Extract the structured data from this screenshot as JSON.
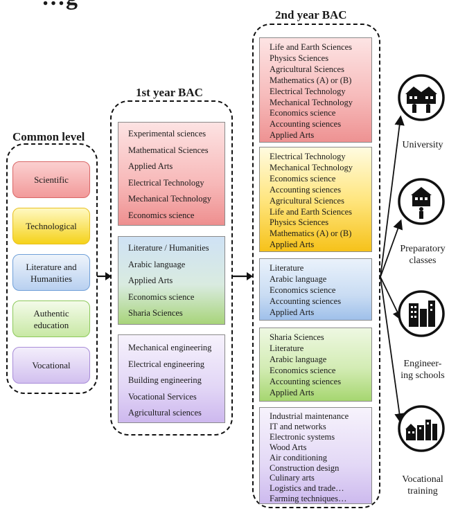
{
  "header_fragment": "…g",
  "common_level": {
    "title": "Common level",
    "boxes": [
      {
        "lines": [
          "Scientific"
        ]
      },
      {
        "lines": [
          "Technological"
        ]
      },
      {
        "lines": [
          "Literature and",
          "Humanities"
        ]
      },
      {
        "lines": [
          "Authentic",
          "education"
        ]
      },
      {
        "lines": [
          "Vocational"
        ]
      }
    ]
  },
  "first_year": {
    "title": "1st year BAC",
    "boxes": [
      {
        "lines": [
          "Experimental sciences",
          "Mathematical Sciences",
          "Applied Arts",
          "Electrical Technology",
          "Mechanical Technology",
          "Economics science"
        ]
      },
      {
        "lines": [
          "Literature / Humanities",
          "Arabic language",
          "Applied Arts",
          "Economics science",
          "Sharia Sciences"
        ]
      },
      {
        "lines": [
          "Mechanical engineering",
          "Electrical engineering",
          "Building engineering",
          "Vocational Services",
          "Agricultural sciences"
        ]
      }
    ]
  },
  "second_year": {
    "title": "2nd year BAC",
    "boxes": [
      {
        "lines": [
          "Life and Earth Sciences",
          "Physics Sciences",
          "Agricultural Sciences",
          "Mathematics (A) or (B)",
          "Electrical Technology",
          "Mechanical Technology",
          "Economics science",
          "Accounting sciences",
          "Applied Arts"
        ]
      },
      {
        "lines": [
          "Electrical Technology",
          "Mechanical Technology",
          "Economics science",
          "Accounting sciences",
          "Agricultural Sciences",
          "Life and Earth Sciences",
          "Physics Sciences",
          "Mathematics (A) or (B)",
          "Applied Arts"
        ]
      },
      {
        "lines": [
          "Literature",
          "Arabic language",
          "Economics science",
          "Accounting sciences",
          "Applied Arts"
        ]
      },
      {
        "lines": [
          "Sharia Sciences",
          "Literature",
          "Arabic language",
          "Economics science",
          "Accounting sciences",
          "Applied Arts"
        ]
      },
      {
        "lines": [
          "Industrial maintenance",
          "IT and networks",
          "Electronic systems",
          "Wood Arts",
          "Air conditioning",
          "Construction design",
          "Culinary arts",
          "Logistics and trade…",
          "Farming techniques…"
        ]
      }
    ]
  },
  "outcomes": [
    {
      "icon": "university-building-icon",
      "lines": [
        "University"
      ]
    },
    {
      "icon": "school-building-icon",
      "lines": [
        "Preparatory",
        "classes"
      ]
    },
    {
      "icon": "office-buildings-icon",
      "lines": [
        "Engineer-",
        "ing schools"
      ]
    },
    {
      "icon": "city-buildings-icon",
      "lines": [
        "Vocational",
        "training"
      ]
    }
  ],
  "colors": {
    "scientific": [
      "#f7c0c0",
      "#e86a6a"
    ],
    "technological": [
      "#fff59a",
      "#f2c400"
    ],
    "literature": [
      "#dce8f6",
      "#7aa8e0"
    ],
    "authentic": [
      "#eaf6d6",
      "#9fd36a"
    ],
    "vocational": [
      "#e8def6",
      "#b49ae0"
    ]
  }
}
